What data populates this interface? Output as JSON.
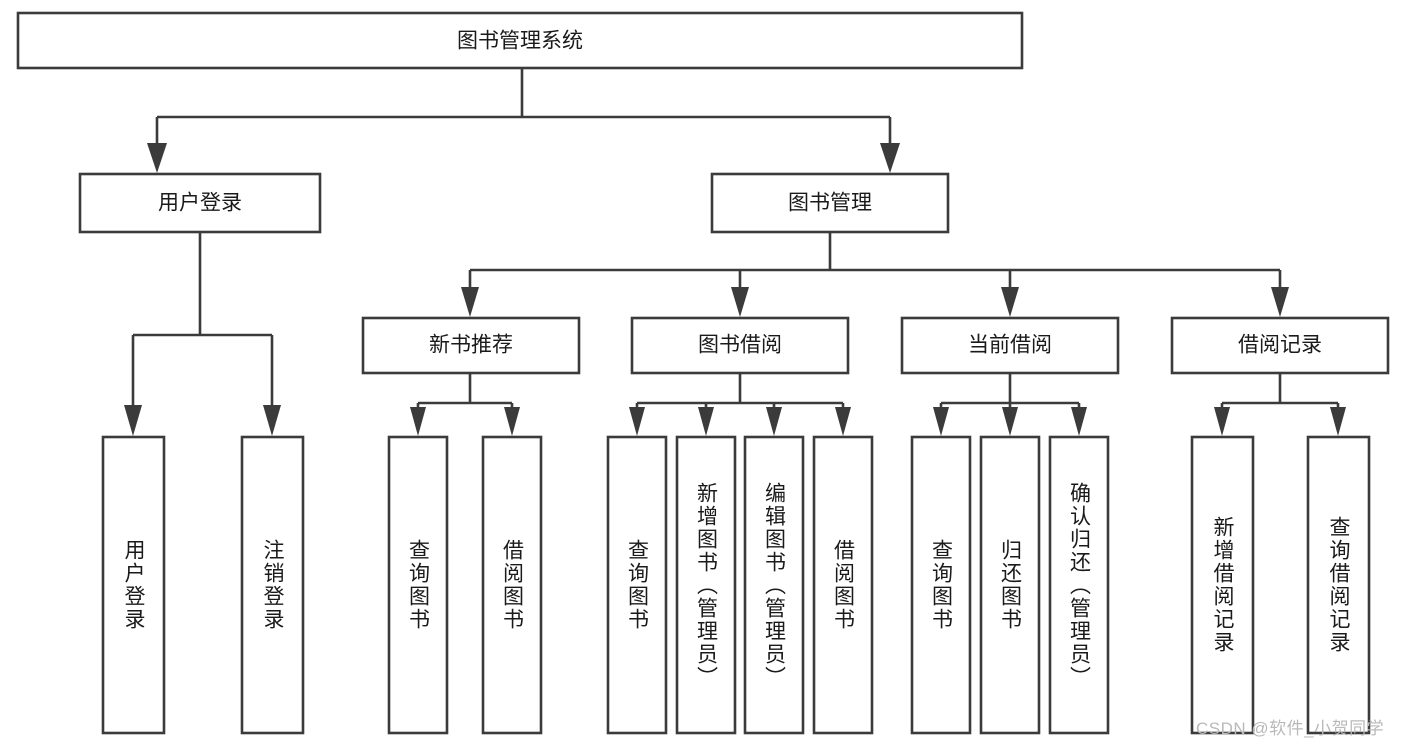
{
  "diagram": {
    "title": "图书管理系统",
    "type": "tree-hierarchy-diagram",
    "colors": {
      "stroke": "#3b3b3b",
      "fill": "#ffffff",
      "text": "#1a1a1a",
      "watermark": "#b9b9b9"
    },
    "root": {
      "label": "图书管理系统"
    },
    "level2": [
      {
        "label": "用户登录"
      },
      {
        "label": "图书管理"
      }
    ],
    "level3": [
      {
        "label": "新书推荐"
      },
      {
        "label": "图书借阅"
      },
      {
        "label": "当前借阅"
      },
      {
        "label": "借阅记录"
      }
    ],
    "leaves": {
      "user_login": [
        {
          "label": "用户登录"
        },
        {
          "label": "注销登录"
        }
      ],
      "new_book_recommend": [
        {
          "label": "查询图书"
        },
        {
          "label": "借阅图书"
        }
      ],
      "book_borrow": [
        {
          "label": "查询图书"
        },
        {
          "label": "新增图书（管理员）"
        },
        {
          "label": "编辑图书（管理员）"
        },
        {
          "label": "借阅图书"
        }
      ],
      "current_borrow": [
        {
          "label": "查询图书"
        },
        {
          "label": "归还图书"
        },
        {
          "label": "确认归还（管理员）"
        }
      ],
      "borrow_record": [
        {
          "label": "新增借阅记录"
        },
        {
          "label": "查询借阅记录"
        }
      ]
    },
    "watermark": "CSDN @软件_小贺同学"
  }
}
